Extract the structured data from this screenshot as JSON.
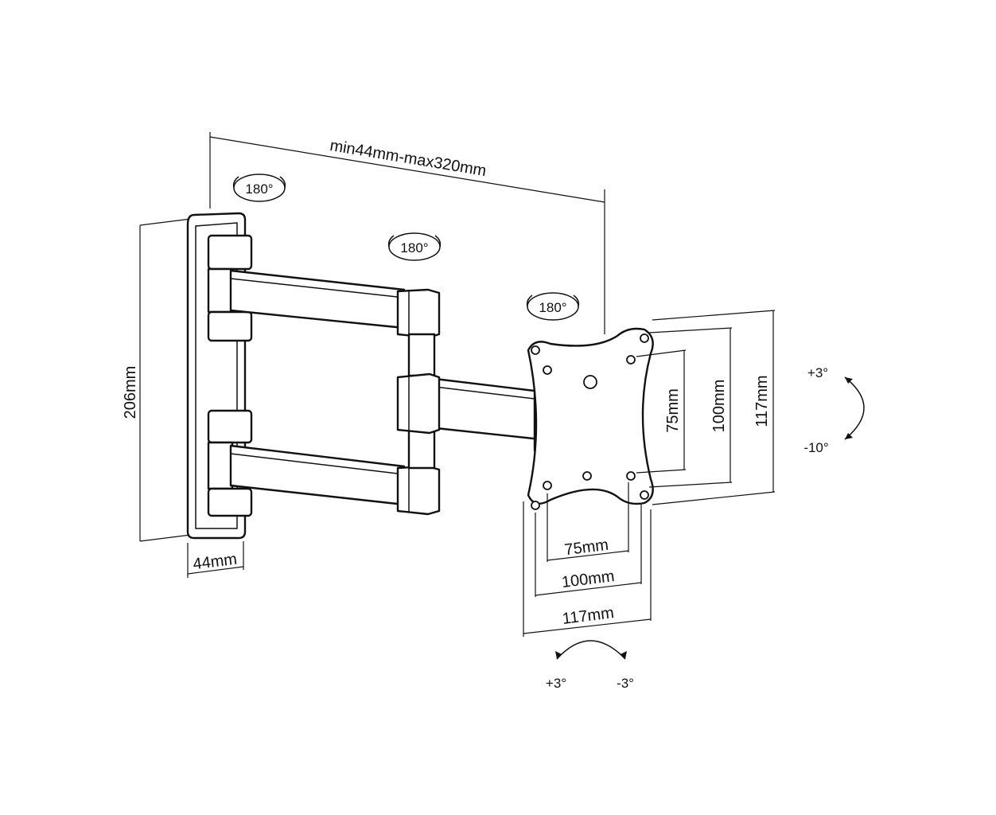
{
  "diagram": {
    "rotation_labels": {
      "wall_pivot": "180°",
      "arm_pivot": "180°",
      "head_pivot": "180°"
    },
    "dimensions": {
      "extension": "min44mm-max320mm",
      "wall_plate_height": "206mm",
      "wall_plate_depth": "44mm",
      "vesa_inner_vertical": "75mm",
      "vesa_mid_vertical": "100mm",
      "vesa_outer_vertical": "117mm",
      "vesa_inner_horizontal": "75mm",
      "vesa_mid_horizontal": "100mm",
      "vesa_outer_horizontal": "117mm"
    },
    "tilt": {
      "up": "+3°",
      "down": "-10°"
    },
    "swivel": {
      "left": "+3°",
      "right": "-3°"
    }
  }
}
